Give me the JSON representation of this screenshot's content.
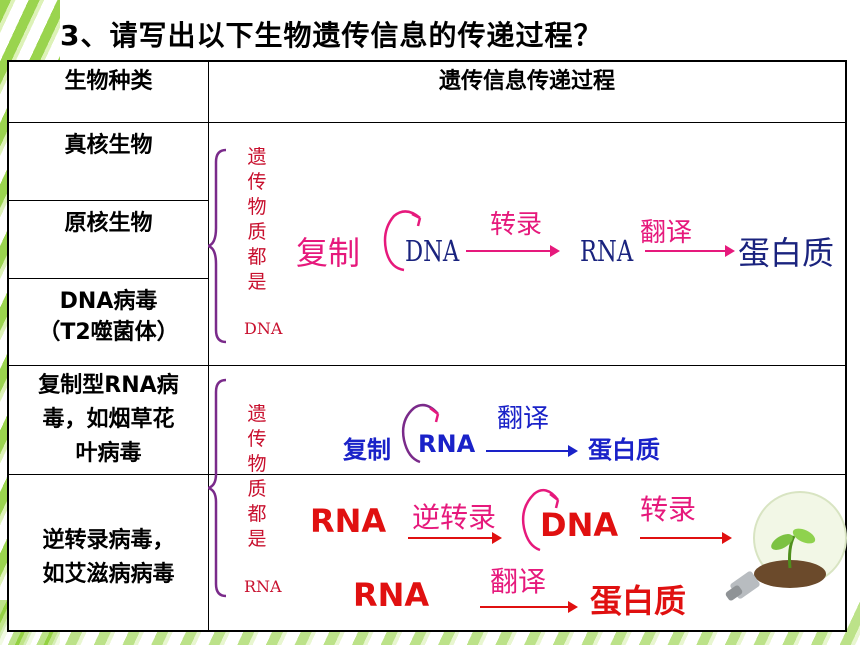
{
  "title": "3、请写出以下生物遗传信息的传递过程？",
  "table": {
    "header_col1": "生物种类",
    "header_col2": "遗传信息传递过程",
    "rows": {
      "eukaryote": "真核生物",
      "prokaryote": "原核生物",
      "dna_virus_line1": "DNA病毒",
      "dna_virus_line2": "（T2噬菌体）",
      "rna_virus_line1": "复制型RNA病",
      "rna_virus_line2": "毒，如烟草花",
      "rna_virus_line3": "叶病毒",
      "retro_line1": "逆转录病毒，",
      "retro_line2": "如艾滋病病毒"
    }
  },
  "group1": {
    "note_chars": [
      "遗",
      "传",
      "物",
      "质",
      "都",
      "是"
    ],
    "note_tail": "DNA",
    "replicate": "复制",
    "dna": "DNA",
    "transcribe": "转录",
    "rna": "RNA",
    "translate": "翻译",
    "protein": "蛋白质"
  },
  "group2": {
    "note_chars": [
      "遗",
      "传",
      "物",
      "质",
      "都",
      "是"
    ],
    "note_tail": "RNA",
    "replicate": "复制",
    "rna": "RNA",
    "translate": "翻译",
    "protein": "蛋白质",
    "retro_rna": "RNA",
    "reverse_transcribe": "逆转录",
    "retro_dna": "DNA",
    "transcribe": "转录",
    "rna2": "RNA",
    "translate2": "翻译",
    "protein2": "蛋白质"
  },
  "colors": {
    "note_red": "#c8102e",
    "brace_purple": "#7a2a8a",
    "pink": "#e6197c",
    "navy": "#1a237e",
    "blue": "#1a22c8",
    "red": "#e01010",
    "stripe_green": "#8fcf3a"
  }
}
